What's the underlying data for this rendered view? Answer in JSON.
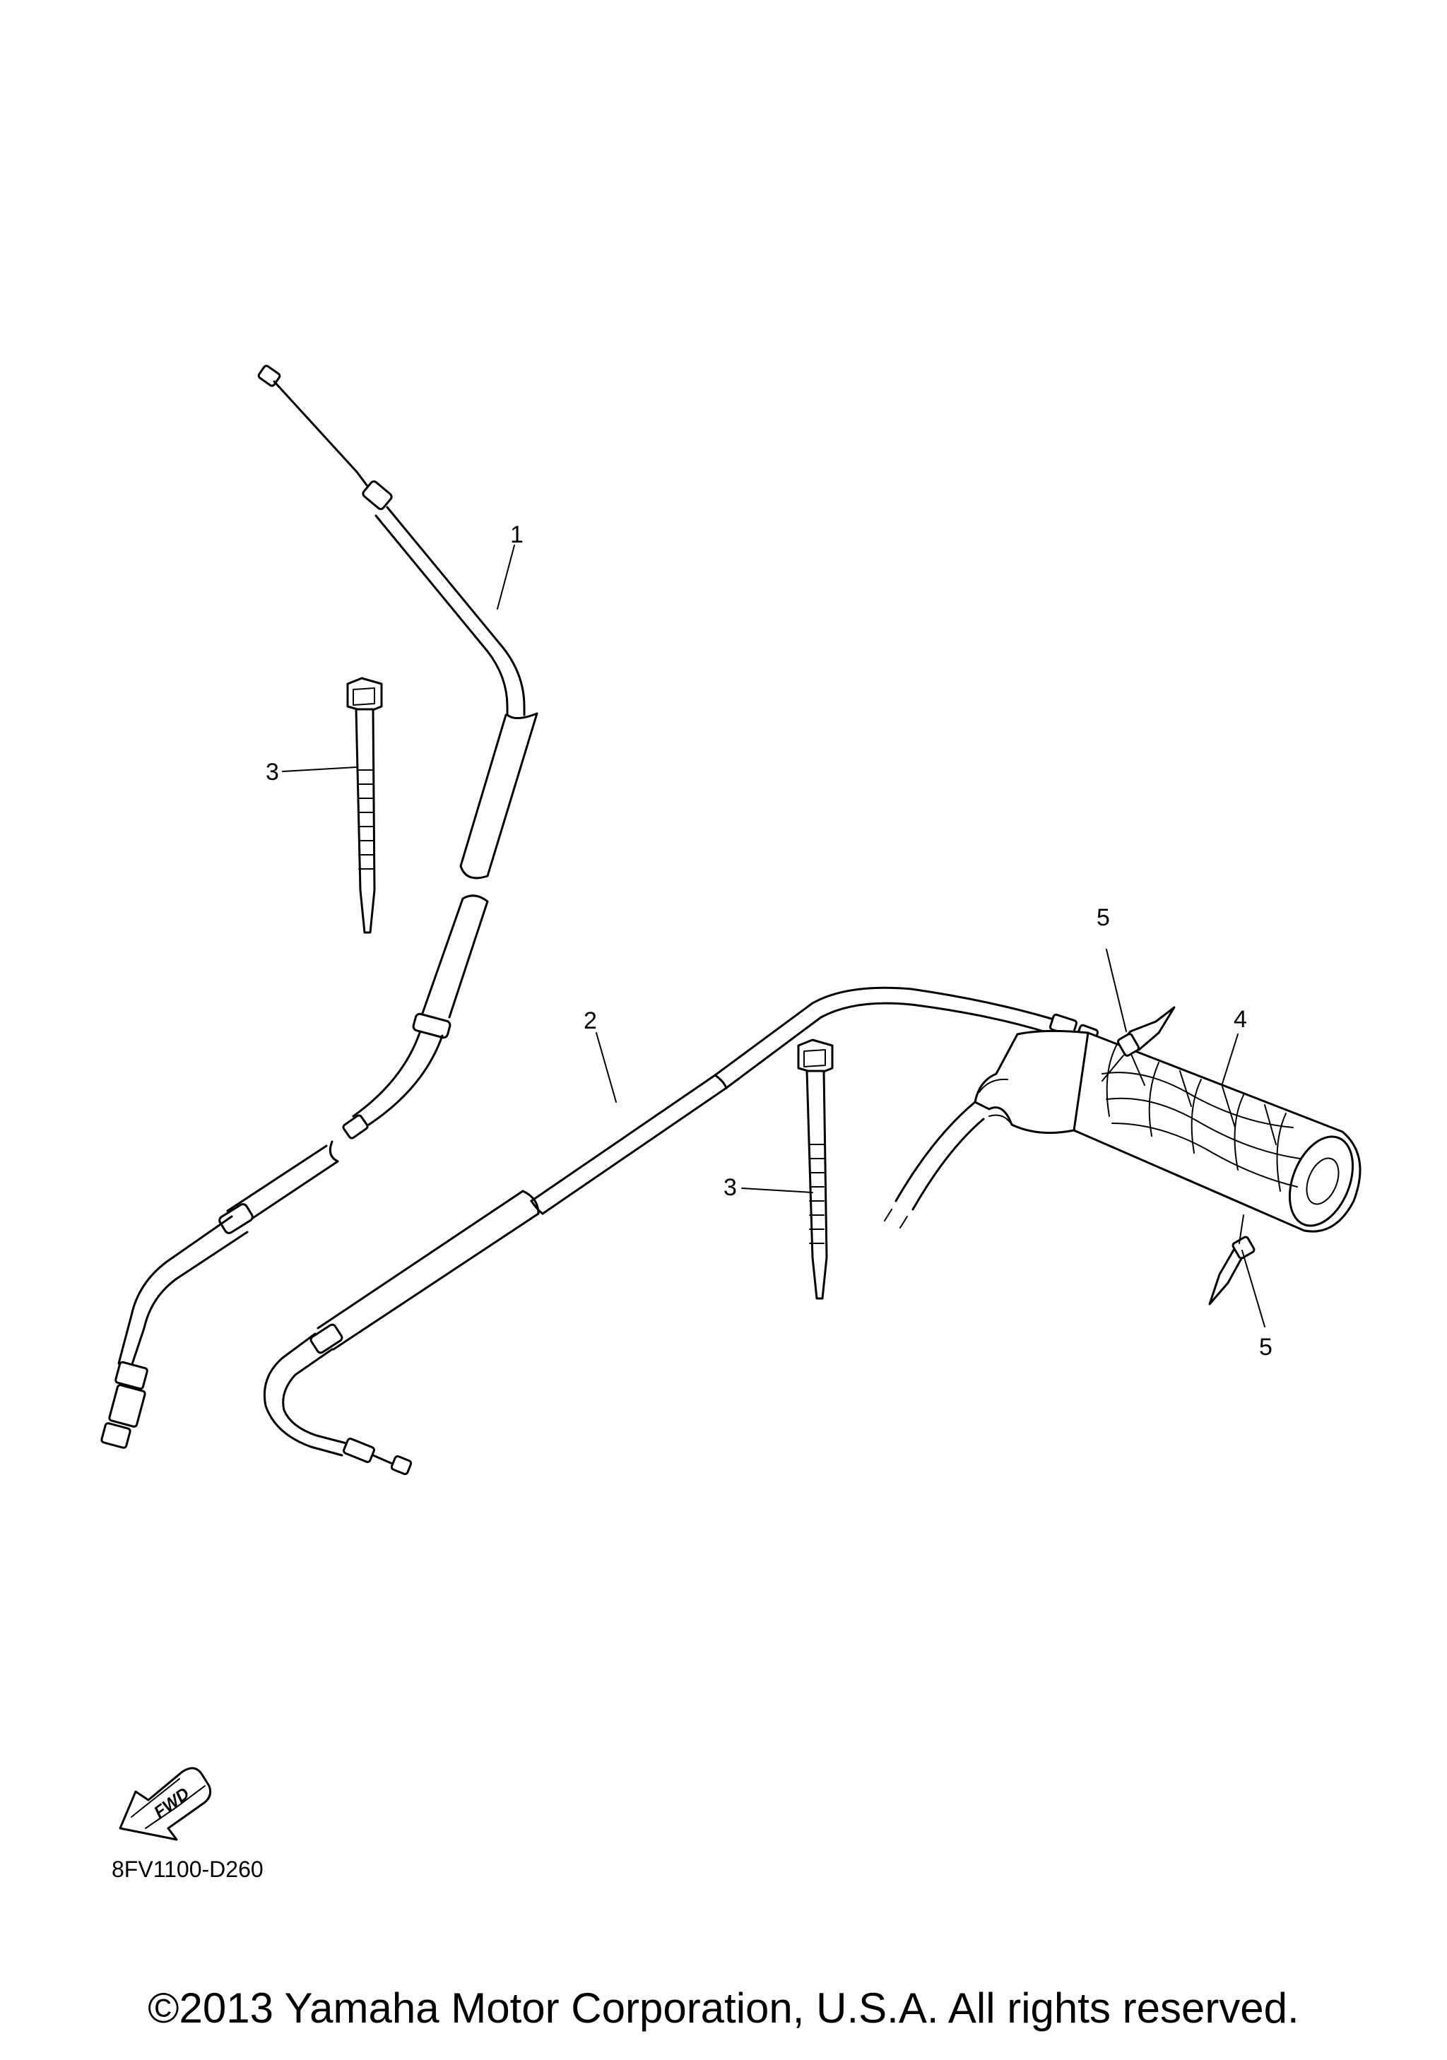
{
  "callouts": {
    "part_1": "1",
    "part_2": "2",
    "part_3_left": "3",
    "part_3_right": "3",
    "part_4": "4",
    "part_5_top": "5",
    "part_5_bottom": "5"
  },
  "fwd_arrow_label": "FWD",
  "diagram_code": "8FV1100-D260",
  "copyright": "©2013 Yamaha Motor Corporation, U.S.A. All rights reserved."
}
